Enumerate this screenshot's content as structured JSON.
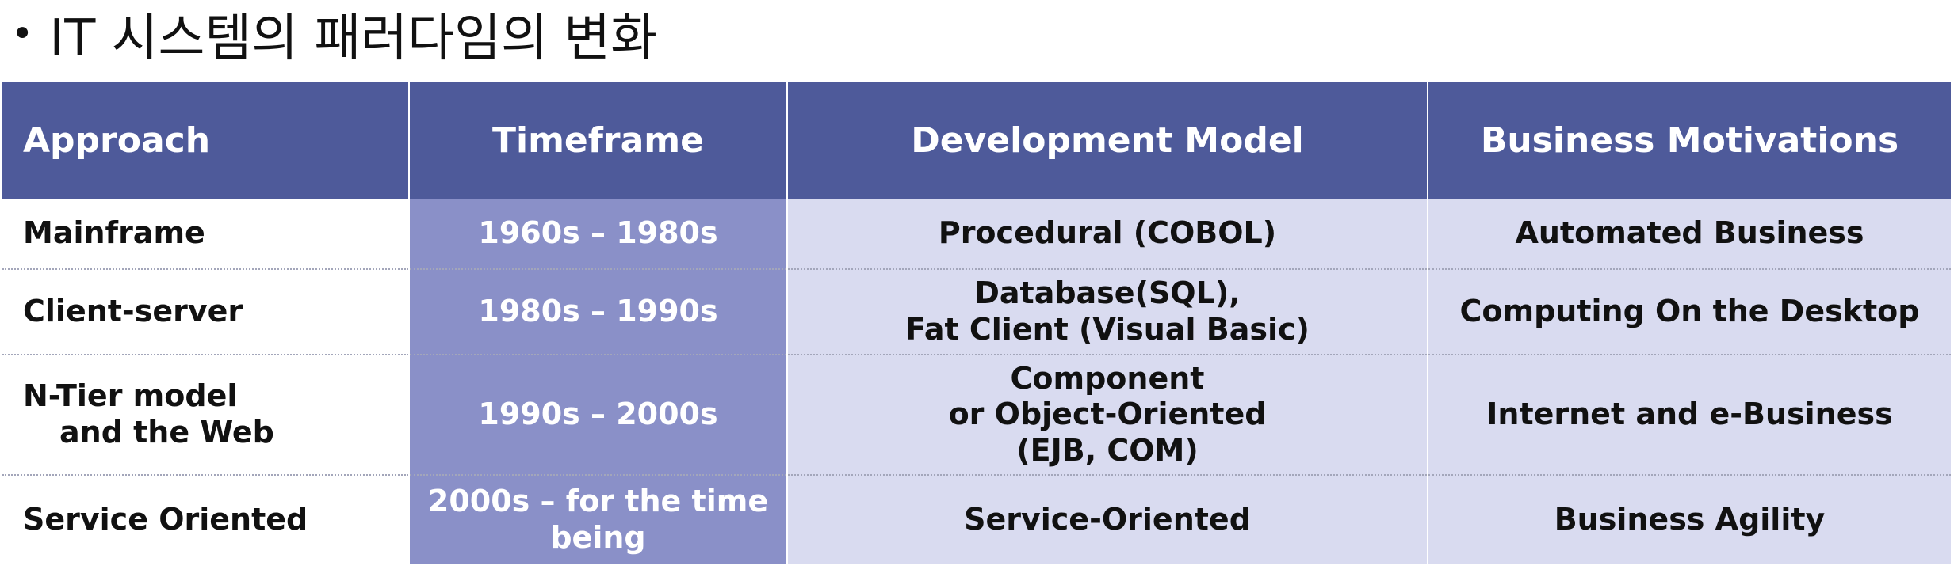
{
  "slide": {
    "bullet": "•",
    "title": "IT 시스템의 패러다임의 변화"
  },
  "table": {
    "headers": [
      "Approach",
      "Timeframe",
      "Development Model",
      "Business Motivations"
    ],
    "rows": [
      {
        "approach": [
          "Mainframe"
        ],
        "timeframe": [
          "1960s – 1980s"
        ],
        "model": [
          "Procedural (COBOL)"
        ],
        "motivation": [
          "Automated Business"
        ]
      },
      {
        "approach": [
          "Client-server"
        ],
        "timeframe": [
          "1980s – 1990s"
        ],
        "model": [
          "Database(SQL),",
          "Fat Client (Visual Basic)"
        ],
        "motivation": [
          "Computing On the Desktop"
        ]
      },
      {
        "approach": [
          "N-Tier model",
          "and the Web"
        ],
        "timeframe": [
          "1990s – 2000s"
        ],
        "model": [
          "Component",
          "or Object-Oriented",
          "(EJB, COM)"
        ],
        "motivation": [
          "Internet and e-Business"
        ]
      },
      {
        "approach": [
          "Service Oriented"
        ],
        "timeframe": [
          "2000s – for the time",
          "being"
        ],
        "model": [
          "Service-Oriented"
        ],
        "motivation": [
          "Business Agility"
        ]
      }
    ]
  },
  "colors": {
    "header_bg": "#4e5a9a",
    "timeframe_bg": "#8a90c8",
    "body_bg": "#d9dbf0"
  }
}
